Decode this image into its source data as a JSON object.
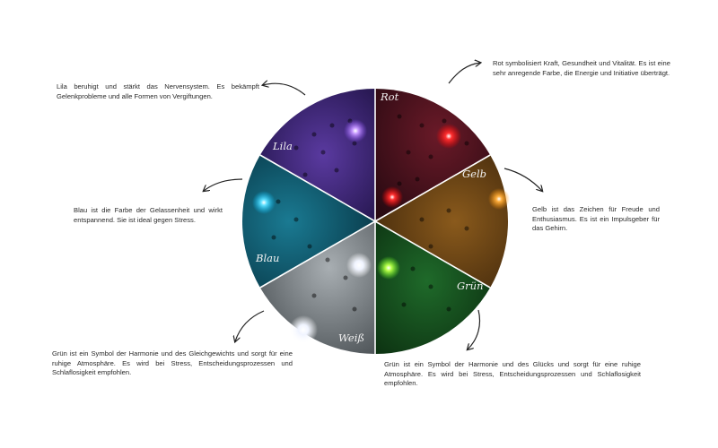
{
  "wheel": {
    "segments": [
      {
        "id": "rot",
        "label": "Rot",
        "color": "#5a1420",
        "glow": "#ff2a2a"
      },
      {
        "id": "gelb",
        "label": "Gelb",
        "color": "#6e4512",
        "glow": "#ffb347"
      },
      {
        "id": "gruen",
        "label": "Grün",
        "color": "#14501e",
        "glow": "#b8ff4a"
      },
      {
        "id": "weiss",
        "label": "Weiß",
        "color": "#7a8186",
        "glow": "#ffffff"
      },
      {
        "id": "blau",
        "label": "Blau",
        "color": "#0d5a70",
        "glow": "#5fe0ff"
      },
      {
        "id": "lila",
        "label": "Lila",
        "color": "#3a2570",
        "glow": "#c89bff"
      }
    ]
  },
  "descriptions": {
    "rot": "Rot symbolisiert Kraft, Gesundheit und Vitalität. Es ist eine sehr anregende Farbe, die Energie und Initiative überträgt.",
    "gelb": "Gelb ist das Zeichen für Freude und Enthusiasmus. Es ist ein Impulsgeber für das Gehirn.",
    "gruen": "Grün ist ein Symbol der Harmonie und des Glücks und sorgt für eine ruhige Atmosphäre. Es wird bei Stress, Entscheidungsprozessen und Schlaflosigkeit empfohlen.",
    "weiss": "Grün ist ein Symbol der Harmonie und des Gleichgewichts und sorgt für eine ruhige Atmosphäre. Es wird bei Stress, Entscheidungsprozessen und Schlaflosigkeit empfohlen.",
    "blau": "Blau ist die Farbe der Gelassenheit und wirkt entspannend. Sie ist ideal gegen Stress.",
    "lila": "Lila beruhigt und stärkt das Nervensystem. Es bekämpft Gelenkprobleme und alle Formen von Vergiftungen."
  }
}
